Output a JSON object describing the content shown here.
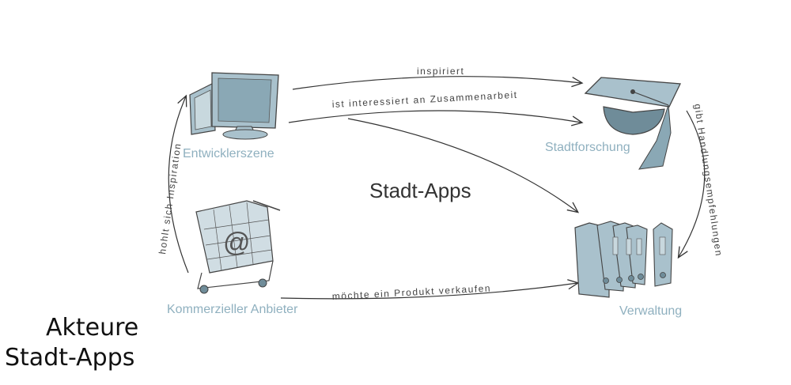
{
  "center_title": "Stadt-Apps",
  "side_title": {
    "line1": "Akteure",
    "line2": "Stadt-Apps"
  },
  "actors": {
    "entwickler": "Entwicklerszene",
    "forschung": "Stadtforschung",
    "anbieter": "Kommerzieller Anbieter",
    "verwaltung": "Verwaltung"
  },
  "relations": {
    "inspiriert": "inspiriert",
    "zusammenarbeit": "ist interessiert an Zusammenarbeit",
    "verkaufen": "möchte ein Produkt verkaufen",
    "inspiration": "hohlt sich Inspiration",
    "empfehlungen": "gibt Handlungsempfehlungen"
  },
  "colors": {
    "illustration_fill": "#a9c1cc",
    "illustration_dark": "#6f8c99",
    "label": "#8fb0bf"
  }
}
